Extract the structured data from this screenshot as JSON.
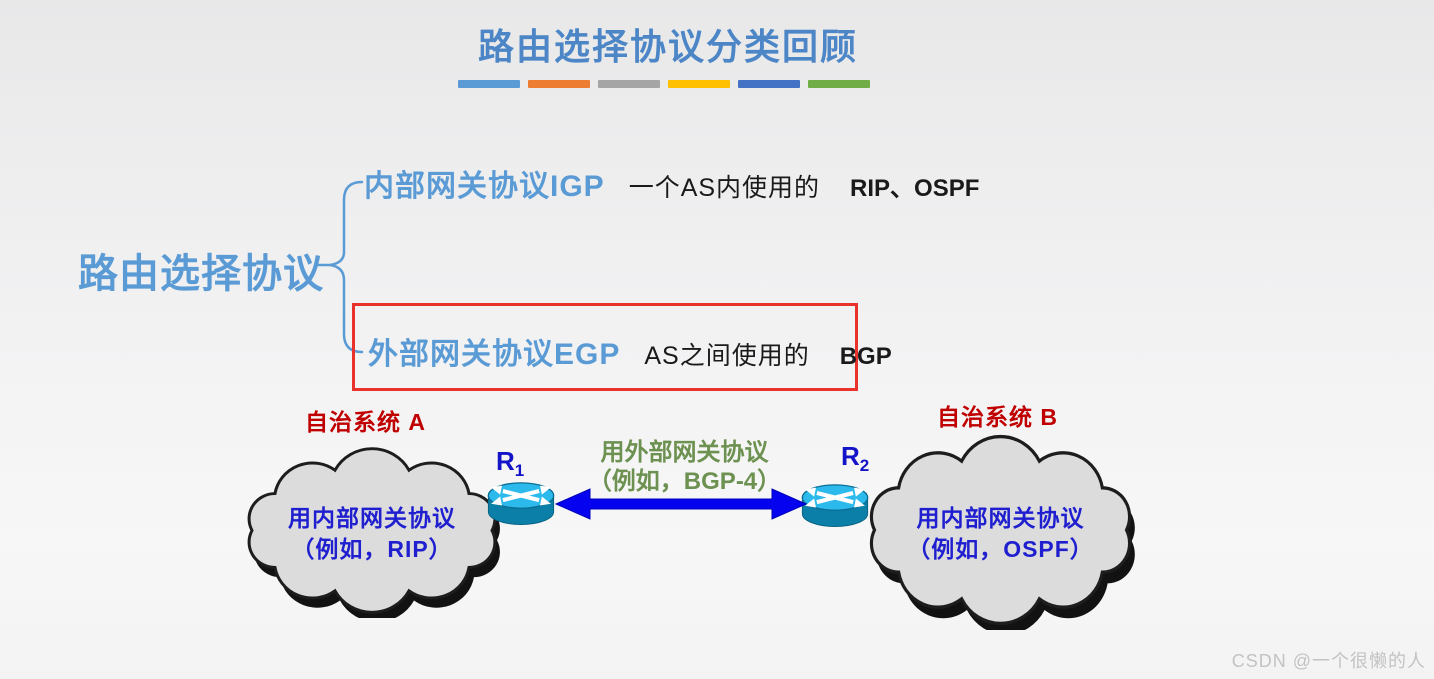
{
  "page": {
    "title": "路由选择协议分类回顾",
    "watermark": "CSDN @一个很懒的人"
  },
  "divider_colors": [
    "#5B9BD5",
    "#ED7D31",
    "#A5A5A5",
    "#FFC000",
    "#4472C4",
    "#70AD47"
  ],
  "tree": {
    "root_label": "路由选择协议",
    "igp": {
      "label": "内部网关协议IGP",
      "usage": "一个AS内使用的",
      "protocols": "RIP、OSPF"
    },
    "egp": {
      "label": "外部网关协议EGP",
      "usage": "AS之间使用的",
      "protocols": "BGP",
      "highlighted": true
    }
  },
  "diagram": {
    "as_a": {
      "title": "自治系统 A",
      "text_line1": "用内部网关协议",
      "text_line2": "（例如，RIP）"
    },
    "as_b": {
      "title": "自治系统 B",
      "text_line1": "用内部网关协议",
      "text_line2": "（例如，OSPF）"
    },
    "router1": {
      "name": "R",
      "sub": "1"
    },
    "router2": {
      "name": "R",
      "sub": "2"
    },
    "link_label": {
      "line1": "用外部网关协议",
      "line2": "（例如，BGP-4）"
    }
  },
  "colors": {
    "title_blue": "#4C86C6",
    "tree_blue": "#5B9BD5",
    "highlight_box_red": "#E9322B",
    "as_label_red": "#C00000",
    "cloud_text_blue": "#1F1FD0",
    "link_text_green": "#6D9150",
    "arrow_blue": "#0502F0",
    "router_top_cyan": "#2CB9EC",
    "router_side_teal": "#0B7FA8",
    "cloud_fill_gray": "#DCDCDC",
    "body_text_black": "#1A1A1A",
    "watermark_gray": "#C3C3C3"
  }
}
